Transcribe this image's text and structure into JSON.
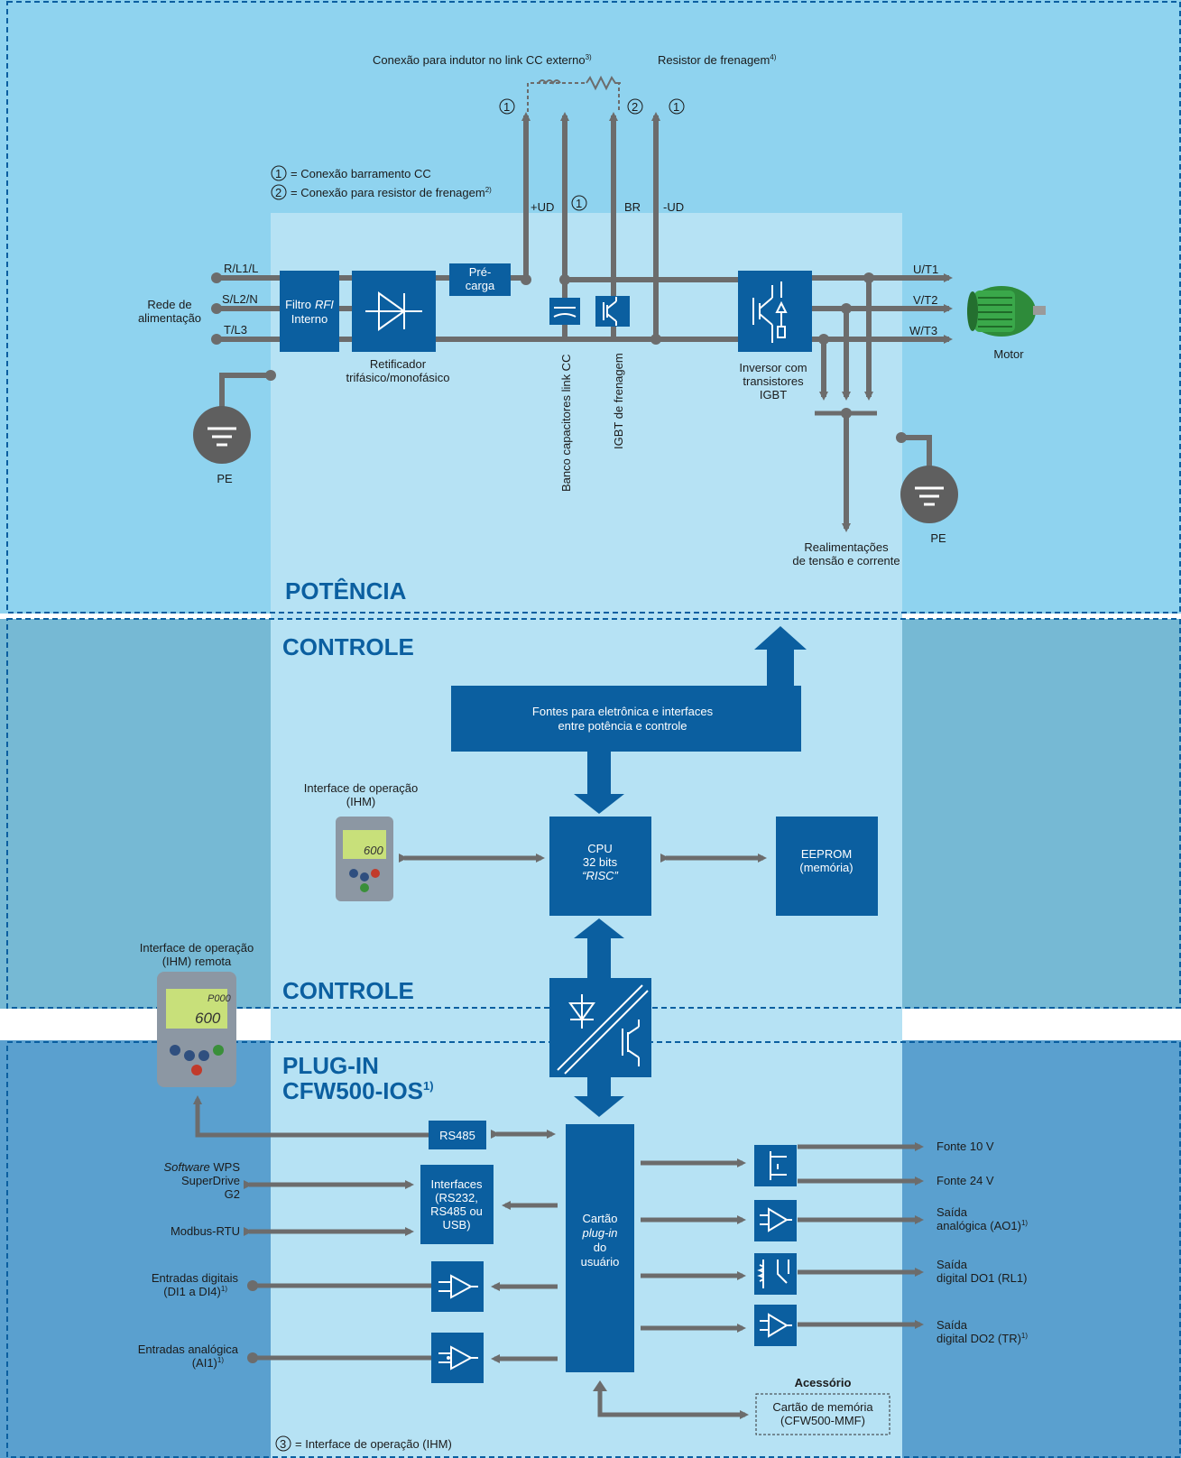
{
  "sections": {
    "potencia": "POTÊNCIA",
    "controle_top": "CONTROLE",
    "controle_bottom": "CONTROLE",
    "plugin_line1": "PLUG-IN",
    "plugin_line2": "CFW500-IOS",
    "plugin_sup": "1)"
  },
  "power": {
    "top_inductor": "Conexão para indutor no link CC externo",
    "top_inductor_sup": "3)",
    "top_resistor": "Resistor de frenagem",
    "top_resistor_sup": "4)",
    "legend1": "= Conexão barramento CC",
    "legend2": "= Conexão para resistor de frenagem",
    "legend2_sup": "2)",
    "num1": "1",
    "num2": "2",
    "num3": "3",
    "plus_ud": "+UD",
    "br": "BR",
    "minus_ud": "-UD",
    "rl1": "R/L1/L",
    "sl2": "S/L2/N",
    "tl3": "T/L3",
    "rede1": "Rede de",
    "rede2": "alimentação",
    "filtro1": "Filtro",
    "filtro1_it": "RFI",
    "filtro2": "Interno",
    "precarga1": "Pré-",
    "precarga2": "carga",
    "retif1": "Retificador",
    "retif2": "trifásico/monofásico",
    "banco": "Banco capacitores link CC",
    "igbt_fren": "IGBT de frenagem",
    "inv1": "Inversor com",
    "inv2": "transistores",
    "inv3": "IGBT",
    "ut1": "U/T1",
    "vt2": "V/T2",
    "wt3": "W/T3",
    "motor": "Motor",
    "pe": "PE",
    "realim1": "Realimentações",
    "realim2": "de tensão e corrente"
  },
  "control": {
    "fontes1": "Fontes para eletrônica e interfaces",
    "fontes2": "entre potência e controle",
    "ihm1": "Interface de operação",
    "ihm2": "(IHM)",
    "cpu1": "CPU",
    "cpu2": "32 bits",
    "cpu3": "“RISC”",
    "eeprom1": "EEPROM",
    "eeprom2": "(memória)",
    "ihm_rem1": "Interface de operação",
    "ihm_rem2": "(IHM) remota",
    "hmi_display": "600",
    "hmi_display2": "P000"
  },
  "plugin": {
    "rs485": "RS485",
    "wps1_it": "Software",
    "wps1": " WPS",
    "wps2": "SuperDrive",
    "wps3": "G2",
    "modbus": "Modbus-RTU",
    "intf1": "Interfaces",
    "intf2": "(RS232,",
    "intf3": "RS485 ou",
    "intf4": "USB)",
    "cartao1": "Cartão",
    "cartao2": "plug-in",
    "cartao3": "do",
    "cartao4": "usuário",
    "din1": "Entradas digitais",
    "din2": "(DI1 a DI4)",
    "din_sup": "1)",
    "ain1": "Entradas analógica",
    "ain2": "(AI1)",
    "ain_sup": "1)",
    "f10": "Fonte 10 V",
    "f24": "Fonte 24 V",
    "ao1a": "Saída",
    "ao1b": "analógica (AO1)",
    "ao1_sup": "1)",
    "do1a": "Saída",
    "do1b": "digital DO1 (RL1)",
    "do2a": "Saída",
    "do2b": "digital DO2 (TR)",
    "do2_sup": "1)",
    "acessorio": "Acessório",
    "mem1": "Cartão de memória",
    "mem2": "(CFW500-MMF)",
    "bottom_note": "= Interface de operação (IHM)"
  },
  "colors": {
    "accent": "#0b5fa0",
    "potencia_bg": "#8fd3ef",
    "controle_bg": "#76b9d4",
    "plugin_bg": "#5aa0cf",
    "center_bg": "#b6e2f4",
    "wire": "#6c6c6c"
  }
}
